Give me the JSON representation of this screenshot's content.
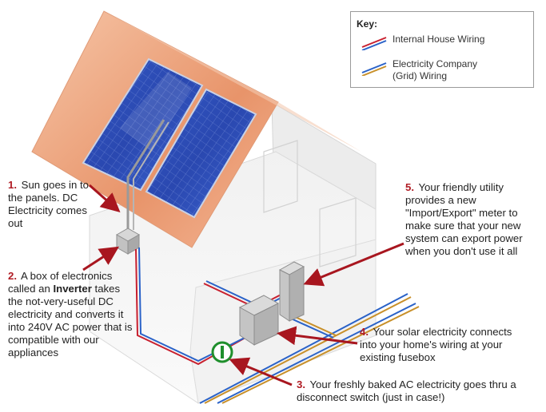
{
  "key": {
    "title": "Key:",
    "items": [
      {
        "label": "Internal House Wiring",
        "colors": [
          "#c8202f",
          "#2a62c8"
        ]
      },
      {
        "label": "Electricity Company (Grid) Wiring",
        "colors": [
          "#2a62c8",
          "#c8902a"
        ]
      }
    ]
  },
  "callouts": [
    {
      "number": "1.",
      "text": "Sun goes in to the panels. DC Electricity comes out"
    },
    {
      "number": "2.",
      "text_before": "A box of electronics called an",
      "bold": "Inverter",
      "text_after": "takes the not-very-useful DC electricity and converts it into 240V AC power that is compatible with our appliances"
    },
    {
      "number": "3.",
      "text": "Your freshly baked AC electricity goes thru a disconnect switch (just in case!)"
    },
    {
      "number": "4.",
      "text": "Your solar electricity connects into your home's wiring at your existing fusebox"
    },
    {
      "number": "5.",
      "text": "Your friendly utility provides a new \"Import/Export\" meter to make sure that your new system can export power when you don't use it all"
    }
  ],
  "colors": {
    "number_red": "#b01c24",
    "arrow_red": "#a8161f",
    "wire_red": "#c8202f",
    "wire_blue": "#2a62c8",
    "wire_orange": "#c8902a",
    "switch_green": "#1f8f2c",
    "roof": "#f2b08e",
    "panel_blue": "#2a4fb5"
  }
}
